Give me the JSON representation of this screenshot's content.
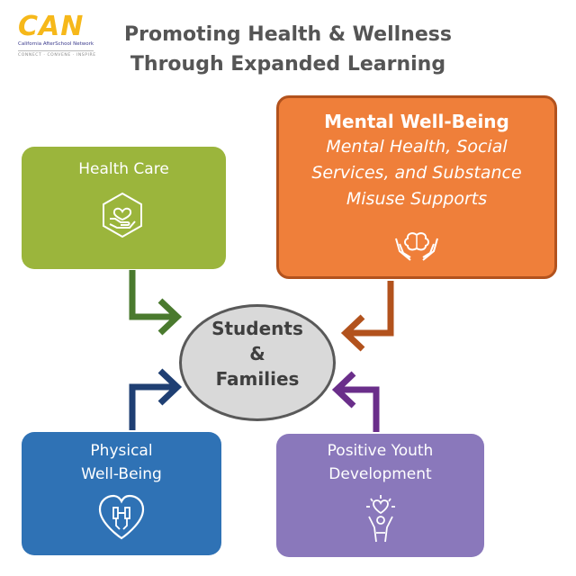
{
  "logo": {
    "mark": "CAN",
    "subtitle": "California AfterSchool Network",
    "tagline": "CONNECT · CONVENE · INSPIRE"
  },
  "title": {
    "line1": "Promoting Health & Wellness",
    "line2": "Through Expanded Learning"
  },
  "center": {
    "line1": "Students",
    "line2": "&",
    "line3": "Families"
  },
  "boxes": {
    "health_care": {
      "label": "Health Care",
      "icon": "hand-heart-hexagon-icon"
    },
    "mental": {
      "title": "Mental Well-Being",
      "sub1": "Mental Health, Social",
      "sub2": "Services, and Substance",
      "sub3": "Misuse Supports",
      "icon": "hands-brain-icon"
    },
    "physical": {
      "line1": "Physical",
      "line2": "Well-Being",
      "icon": "heart-dumbbell-icon"
    },
    "pyd": {
      "line1": "Positive Youth",
      "line2": "Development",
      "icon": "person-heart-icon"
    }
  },
  "colors": {
    "health": "#9bb53c",
    "health_arrow": "#4a7a2e",
    "mental": "#ef7f3a",
    "mental_arrow": "#b2521d",
    "physical": "#2f72b5",
    "physical_arrow": "#1f3f73",
    "pyd": "#8a78bb",
    "pyd_arrow": "#6a2e8a",
    "center_fill": "#d9d9d9",
    "title": "#555555"
  }
}
